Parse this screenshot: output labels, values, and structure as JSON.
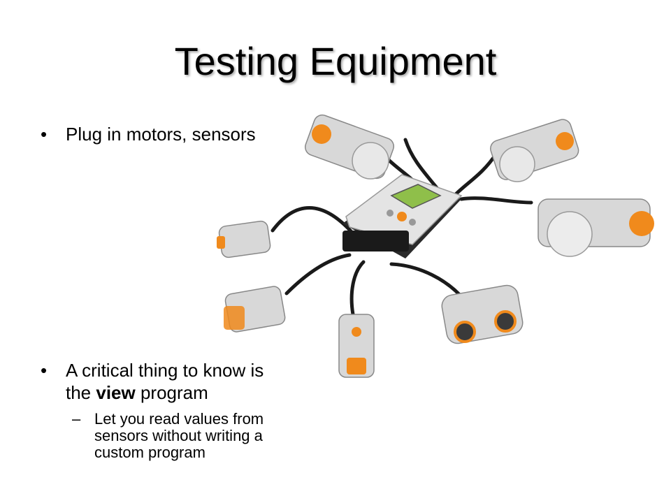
{
  "slide": {
    "title": "Testing Equipment",
    "bullet_symbol": "•",
    "dash_symbol": "–",
    "bullets": [
      {
        "text": "Plug in motors, sensors"
      },
      {
        "line1": "A critical thing to know is",
        "line2_pre": "the ",
        "line2_bold": "view",
        "line2_post": " program"
      }
    ],
    "sub_bullet": {
      "lines": [
        "Let you read values from",
        "sensors without writing a",
        "custom program"
      ]
    }
  },
  "colors": {
    "accent_orange": "#f08a1c",
    "device_gray": "#d8d8d8",
    "cable": "#1a1a1a",
    "screen_green": "#8fbf4a"
  }
}
